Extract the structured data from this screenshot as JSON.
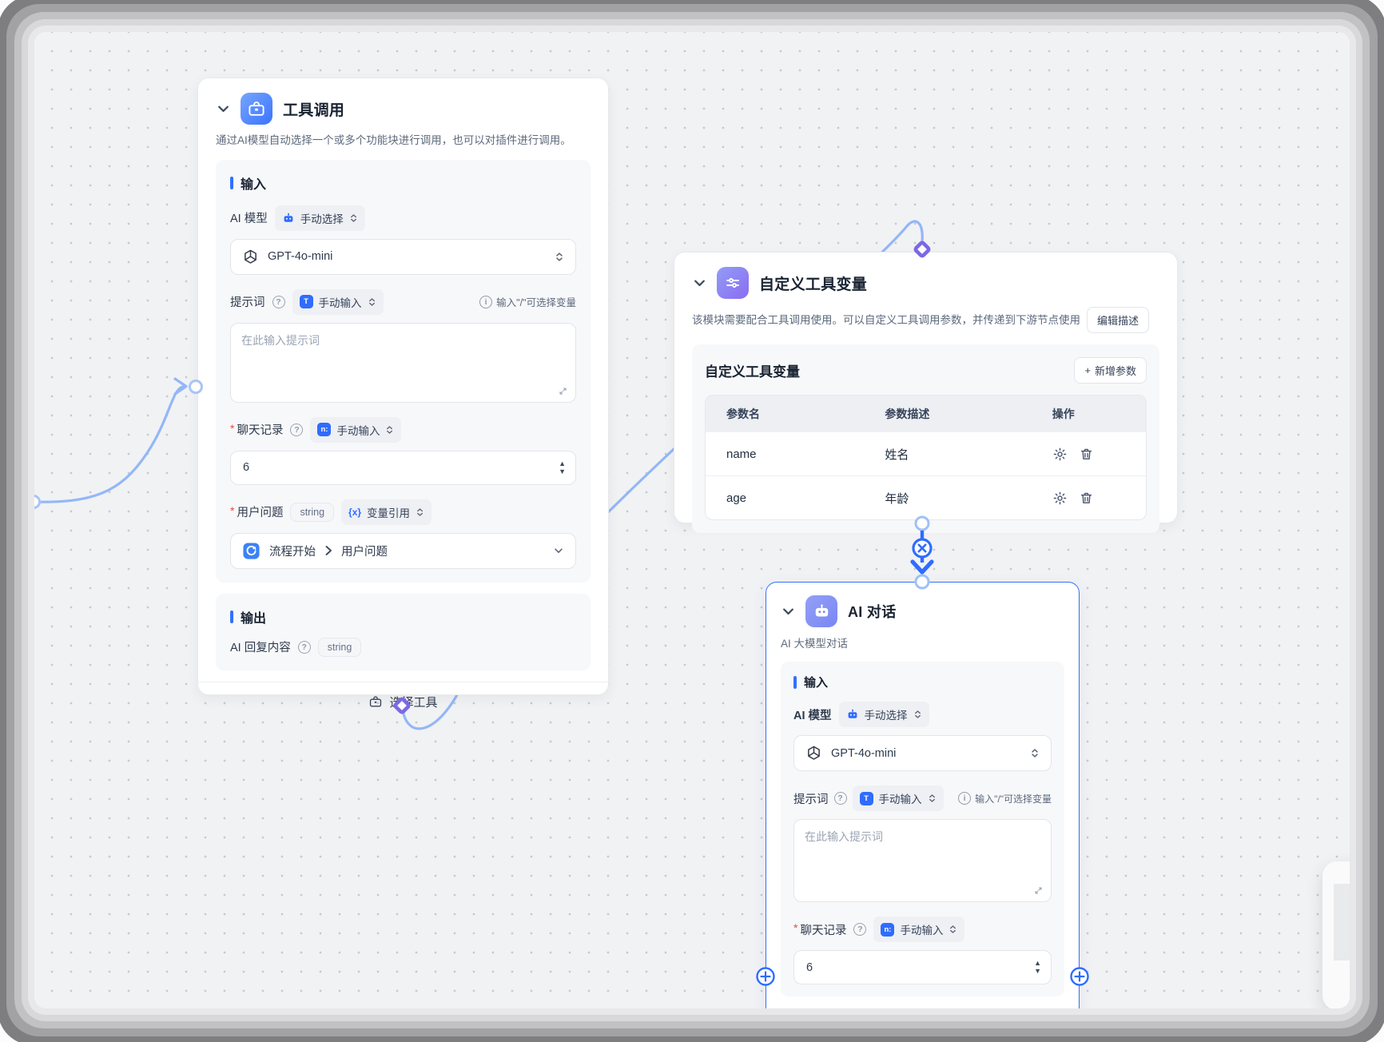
{
  "colors": {
    "accent_blue": "#3370ff",
    "edge_blue": "#93b7f7",
    "handle_purple": "#7b68e4",
    "canvas_bg": "#f1f2f4",
    "required_red": "#f04438",
    "node_icon_tool": "#3b74ff",
    "node_icon_vars": "#8a6cf1",
    "node_icon_chat": "#7a86f3"
  },
  "icons": {
    "question_glyph": "?",
    "info_glyph": "i",
    "plus_glyph": "+",
    "asterisk": "*",
    "spinner_up": "▲",
    "spinner_down": "▼",
    "text_chip": "T",
    "history_chip": "n:",
    "var_chip": "{x}"
  },
  "nodes": {
    "tool_call": {
      "title": "工具调用",
      "description": "通过AI模型自动选择一个或多个功能块进行调用，也可以对插件进行调用。",
      "sections": {
        "input": "输入",
        "output": "输出"
      },
      "ai_model": {
        "label": "AI 模型",
        "mode": "手动选择",
        "value": "GPT-4o-mini"
      },
      "prompt": {
        "label": "提示词",
        "mode": "手动输入",
        "hint": "输入\"/\"可选择变量",
        "placeholder": "在此输入提示词"
      },
      "chat_history": {
        "label": "聊天记录",
        "mode": "手动输入",
        "value": "6"
      },
      "user_question": {
        "label": "用户问题",
        "type": "string",
        "mode": "变量引用",
        "ref_node": "流程开始",
        "ref_field": "用户问题"
      },
      "output": {
        "label": "AI 回复内容",
        "type": "string"
      },
      "footer_button": "选择工具"
    },
    "custom_vars": {
      "title": "自定义工具变量",
      "description": "该模块需要配合工具调用使用。可以自定义工具调用参数，并传递到下游节点使用",
      "edit_button": "编辑描述",
      "panel_title": "自定义工具变量",
      "add_button": "新增参数",
      "table": {
        "headers": [
          "参数名",
          "参数描述",
          "操作"
        ],
        "rows": [
          {
            "name": "name",
            "desc": "姓名"
          },
          {
            "name": "age",
            "desc": "年龄"
          }
        ]
      }
    },
    "ai_chat": {
      "title": "AI 对话",
      "subtitle": "AI 大模型对话",
      "sections": {
        "input": "输入"
      },
      "ai_model": {
        "label": "AI 模型",
        "mode": "手动选择",
        "value": "GPT-4o-mini"
      },
      "prompt": {
        "label": "提示词",
        "mode": "手动输入",
        "hint": "输入\"/\"可选择变量",
        "placeholder": "在此输入提示词"
      },
      "chat_history": {
        "label": "聊天记录",
        "mode": "手动输入",
        "value": "6"
      }
    }
  }
}
